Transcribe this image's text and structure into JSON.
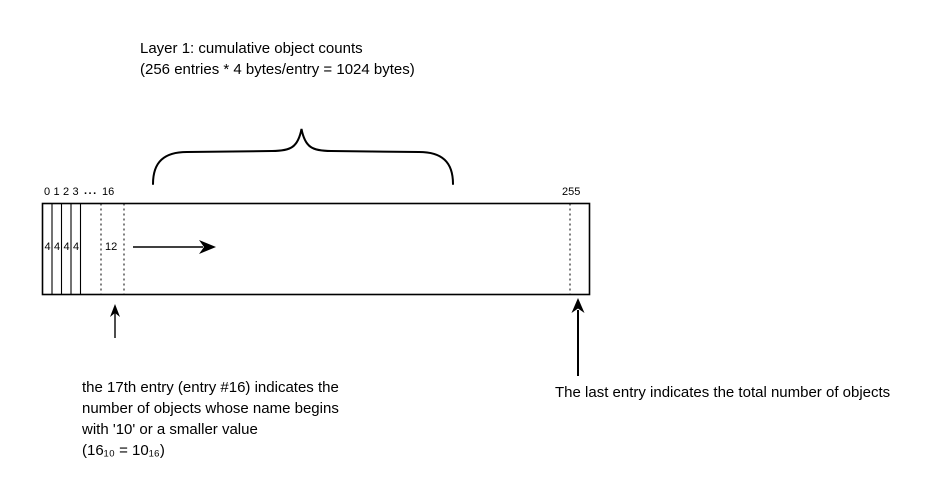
{
  "title": {
    "line1": "Layer 1: cumulative object counts",
    "line2": "(256 entries * 4 bytes/entry = 1024 bytes)"
  },
  "array": {
    "indices": [
      "0",
      "1",
      "2",
      "3"
    ],
    "ellipsis": "...",
    "index16": "16",
    "index255": "255",
    "values": [
      "4",
      "4",
      "4",
      "4"
    ],
    "value16": "12"
  },
  "notes": {
    "left": {
      "line1": "the 17th entry (entry #16) indicates the",
      "line2": "number of objects whose name begins",
      "line3": "with '10' or a smaller value",
      "line4": "(16₁₀ = 10₁₆)"
    },
    "right": "The last entry indicates the total number of objects"
  },
  "colors": {
    "ink": "#000000",
    "background": "#ffffff"
  }
}
